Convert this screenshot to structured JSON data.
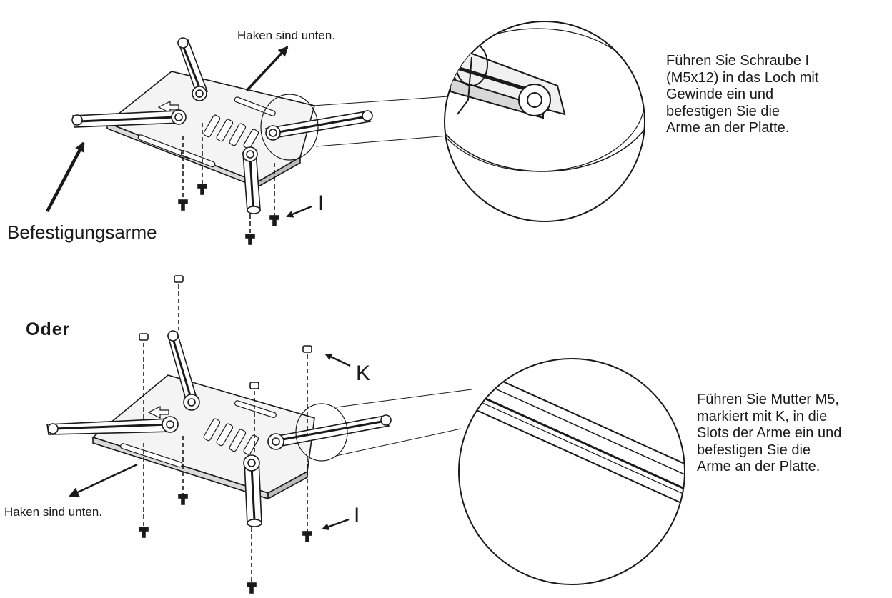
{
  "top_step": {
    "label_hooks": "Haken sind unten.",
    "label_arms": "Befestigungsarme",
    "label_screw": "I",
    "instruction_lines": [
      "Führen Sie Schraube I",
      "(M5x12) in das Loch mit",
      "Gewinde ein und",
      "befestigen Sie die",
      "Arme an der Platte."
    ]
  },
  "separator": {
    "label": "Oder"
  },
  "bottom_step": {
    "label_nut": "K",
    "label_screw": "I",
    "label_hooks": "Haken sind unten.",
    "instruction_lines": [
      "Führen Sie Mutter M5,",
      "markiert mit K, in die",
      "Slots der Arme ein und",
      "befestigen Sie die",
      "Arme an der Platte."
    ]
  }
}
